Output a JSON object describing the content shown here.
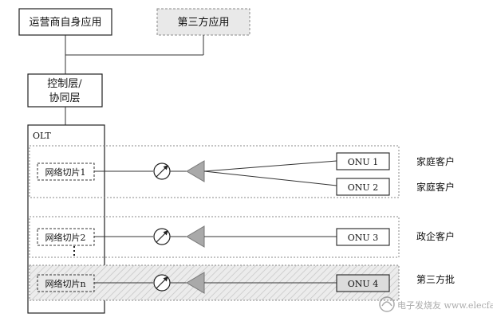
{
  "top": {
    "operator_app": "运营商自身应用",
    "third_party_app": "第三方应用"
  },
  "control": {
    "line1": "控制层/",
    "line2": "协同层"
  },
  "olt": {
    "label": "OLT"
  },
  "slices": [
    {
      "slice_label": "网络切片1",
      "onus": [
        {
          "label": "ONU 1",
          "customer": "家庭客户"
        },
        {
          "label": "ONU 2",
          "customer": "家庭客户"
        }
      ]
    },
    {
      "slice_label": "网络切片2",
      "onus": [
        {
          "label": "ONU 3",
          "customer": "政企客户"
        }
      ]
    },
    {
      "slice_label": "网络切片n",
      "onus": [
        {
          "label": "ONU 4",
          "customer": "第三方批"
        }
      ]
    }
  ],
  "colors": {
    "line": "#333333",
    "dashed_border": "#8a8a8a",
    "third_party_fill": "#e9e9e9",
    "hatch_fill": "#e4e4e4",
    "splitter_fill": "#a9a9a9"
  },
  "watermark": "电子发烧友 www.elecfans.com"
}
